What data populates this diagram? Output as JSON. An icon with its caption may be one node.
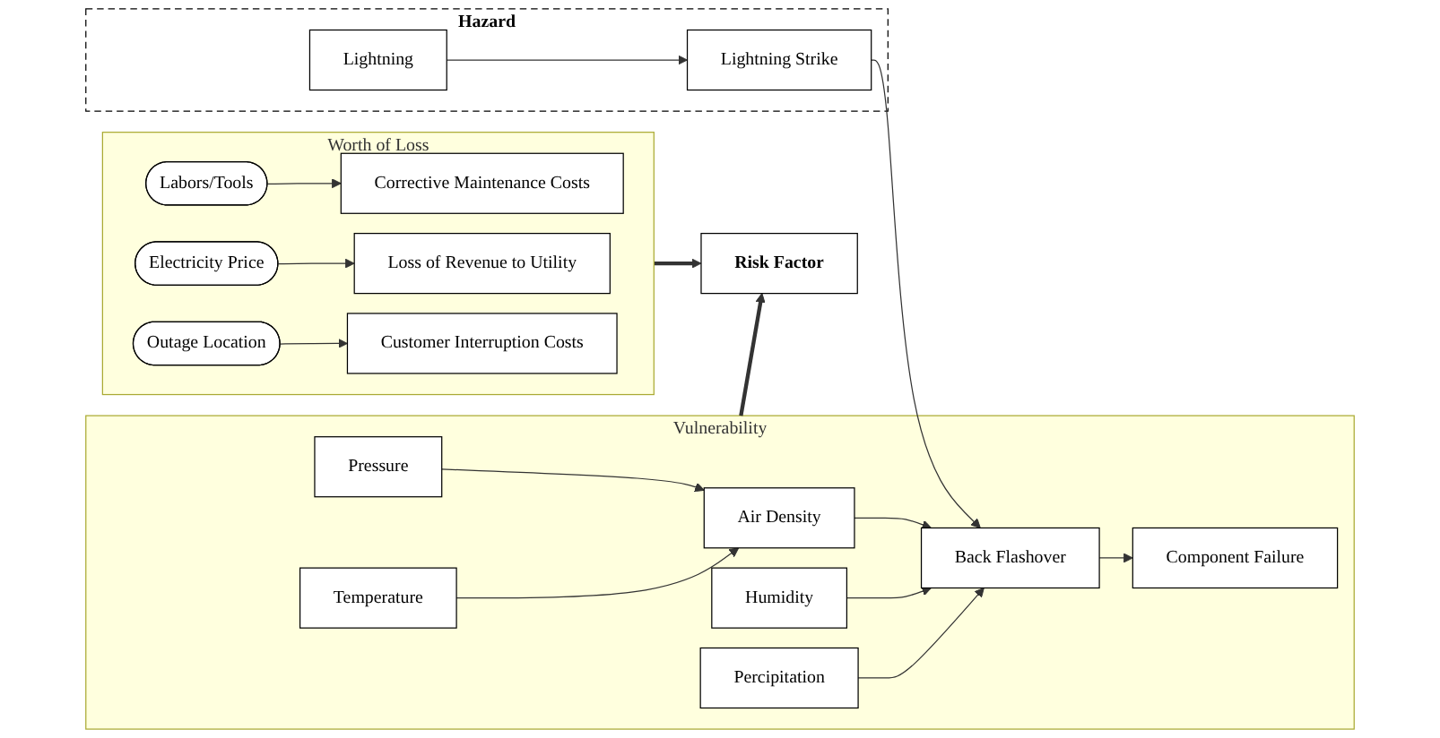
{
  "diagram": {
    "nodes": [
      {
        "text": [
          "Hazard"
        ]
      },
      {
        "text": [
          "Lightning"
        ],
        "in": 0
      },
      {
        "text": [
          "Lightning Strike"
        ],
        "in": 0
      },
      {
        "text": [
          "Vulnerability"
        ]
      },
      {
        "text": [
          "Pressure"
        ],
        "in": 3
      },
      {
        "text": [
          "Temperature"
        ],
        "in": 3
      },
      {
        "text": [
          "Air Density"
        ],
        "in": 3
      },
      {
        "text": [
          "Humidity"
        ],
        "in": 3
      },
      {
        "text": [
          "Percipitation"
        ],
        "in": 3
      },
      {
        "text": [
          "Back Flashover"
        ],
        "in": 3
      },
      {
        "text": [
          "Component Failure"
        ],
        "in": 3
      },
      {
        "text": [
          "Worth of Loss"
        ]
      },
      {
        "text": [
          "Labors/Tools"
        ],
        "in": 11
      },
      {
        "text": [
          "Corrective Maintenance Costs"
        ],
        "in": 11
      },
      {
        "text": [
          "Electricity Price"
        ],
        "in": 11
      },
      {
        "text": [
          "Loss of Revenue to Utility"
        ],
        "in": 11
      },
      {
        "text": [
          "Outage Location"
        ],
        "in": 11
      },
      {
        "text": [
          "Customer Interruption Costs"
        ],
        "in": 11
      },
      {
        "text": [
          "Risk Factor"
        ]
      }
    ],
    "edges": [
      {
        "from": 1,
        "to": 2,
        "arrow": "to"
      },
      {
        "from": 2,
        "to": 9,
        "arrow": "to"
      },
      {
        "from": 4,
        "to": 6,
        "arrow": "to"
      },
      {
        "from": 5,
        "to": 6,
        "arrow": "to"
      },
      {
        "from": 6,
        "to": 9,
        "arrow": "to"
      },
      {
        "from": 7,
        "to": 9,
        "arrow": "to"
      },
      {
        "from": 8,
        "to": 9,
        "arrow": "to"
      },
      {
        "from": 9,
        "to": 10,
        "arrow": "to"
      },
      {
        "from": 3,
        "to": 18,
        "arrow": "to",
        "style": "thick"
      },
      {
        "from": 12,
        "to": 13,
        "arrow": "to"
      },
      {
        "from": 14,
        "to": 15,
        "arrow": "to"
      },
      {
        "from": 16,
        "to": 17,
        "arrow": "to"
      },
      {
        "from": 11,
        "to": 18,
        "arrow": "to",
        "style": "thick"
      }
    ]
  }
}
